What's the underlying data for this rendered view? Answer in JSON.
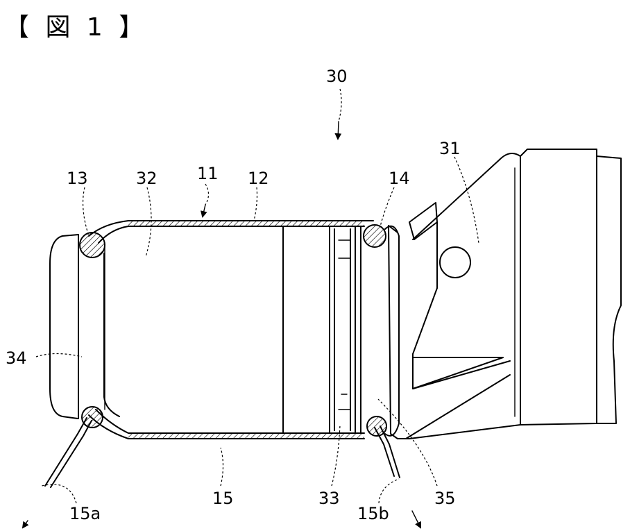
{
  "figure_title": "【 図 1 】",
  "labels": {
    "l30": "30",
    "l31": "31",
    "l11": "11",
    "l12": "12",
    "l13": "13",
    "l32": "32",
    "l14": "14",
    "l34": "34",
    "l15": "15",
    "l15a": "15a",
    "l33": "33",
    "l15b": "15b",
    "l35": "35"
  }
}
